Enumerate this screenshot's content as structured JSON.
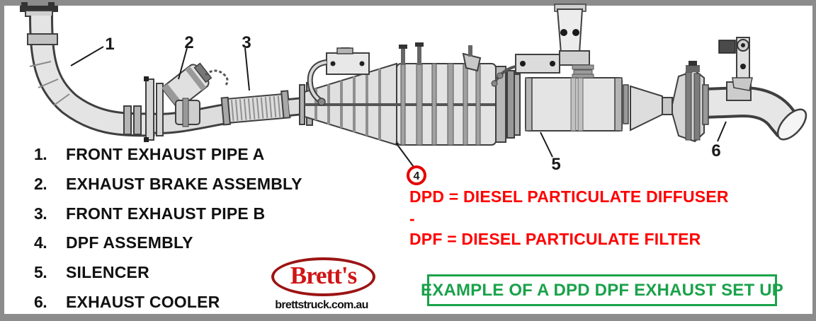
{
  "image_frame": {
    "border_color": "#8c8c8c",
    "background": "#ffffff"
  },
  "diagram": {
    "callouts": [
      "1",
      "2",
      "3",
      "4",
      "5",
      "6"
    ],
    "callout_circle_color": "#e60000"
  },
  "parts_list": {
    "items": [
      {
        "num": "1.",
        "label": "FRONT EXHAUST PIPE A"
      },
      {
        "num": "2.",
        "label": "EXHAUST BRAKE ASSEMBLY"
      },
      {
        "num": "3.",
        "label": "FRONT EXHAUST PIPE B"
      },
      {
        "num": "4.",
        "label": "DPF ASSEMBLY"
      },
      {
        "num": "5.",
        "label": "SILENCER"
      },
      {
        "num": "6.",
        "label": "EXHAUST COOLER"
      }
    ]
  },
  "acronym_note": {
    "line1": "DPD = DIESEL PARTICULATE DIFFUSER",
    "separator": "-",
    "line2": "DPF = DIESEL PARTICULATE FILTER",
    "text_color": "#ff0000"
  },
  "logo": {
    "brand": "Brett's",
    "website": "brettstruck.com.au",
    "oval_color": "#9c1414",
    "brand_color": "#d01515"
  },
  "banner": {
    "text": "EXAMPLE OF A DPD DPF EXHAUST SET UP",
    "text_color": "#1aa24a",
    "border_color": "#1aa24a"
  }
}
